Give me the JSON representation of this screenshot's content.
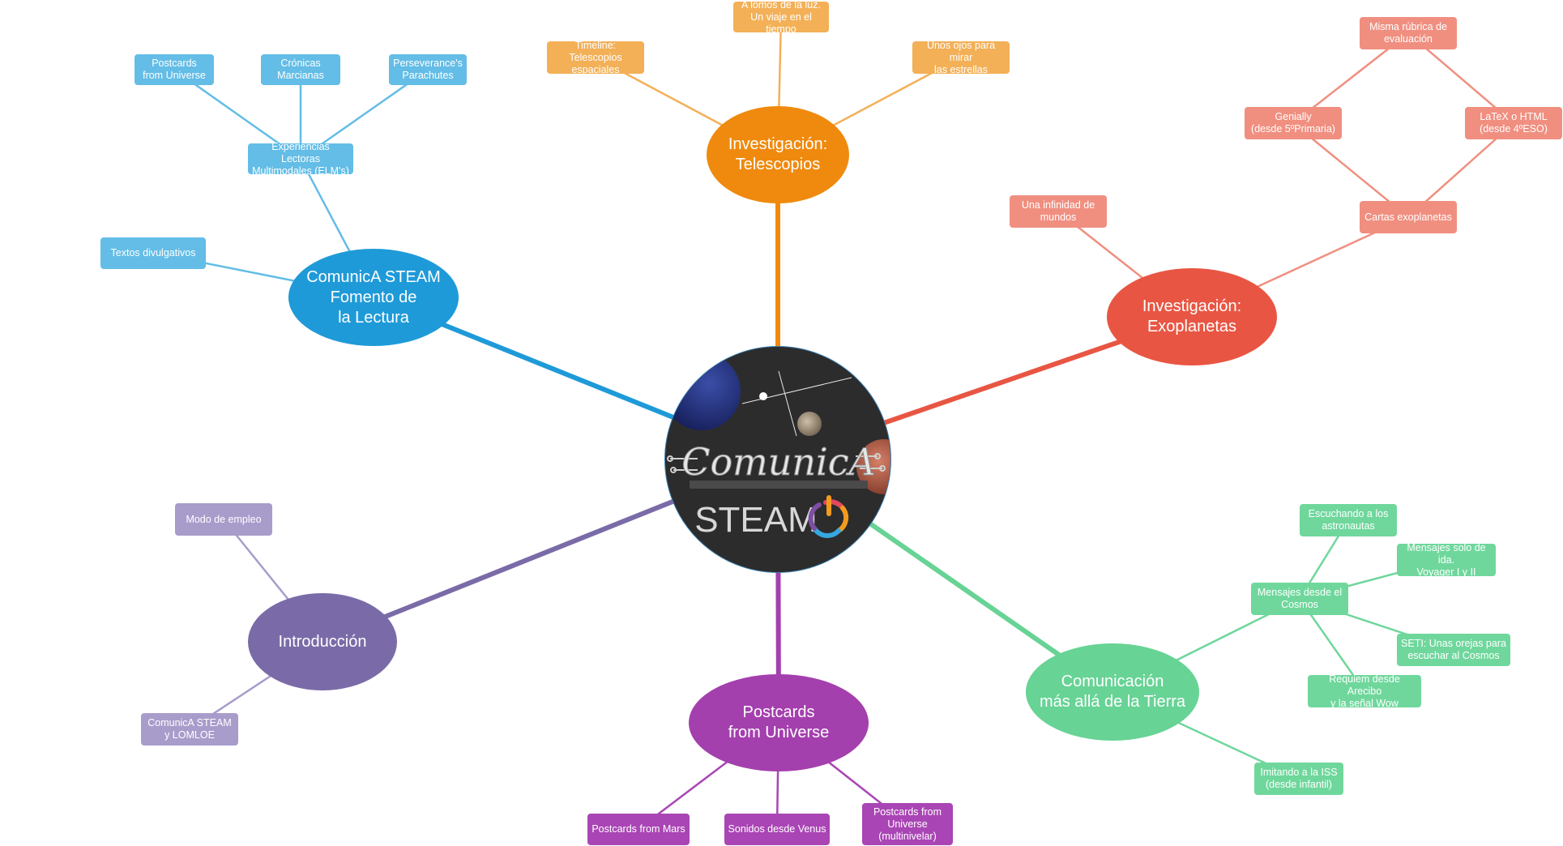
{
  "colors": {
    "lectura": "#1f9ad8",
    "lectura_light": "#63bde6",
    "telescopios": "#ef8a0e",
    "telescopios_light": "#f3b057",
    "exoplanetas": "#e85643",
    "exoplanetas_light": "#f08f80",
    "tierra": "#67d395",
    "tierra_light": "#6fd79c",
    "postcards": "#a43fae",
    "postcards_light": "#a945b4",
    "intro": "#7a6ba8",
    "intro_light": "#a89ccb",
    "center_bg": "#2c2c2c"
  },
  "center": {
    "title": "ComunicA",
    "subtitle": "STEAM"
  },
  "branches": {
    "lectura": {
      "label": "ComunicA STEAM\nFomento de\nla Lectura",
      "elm": "Experiencias Lectoras\nMultimodales (ELM's)",
      "postcards": "Postcards\nfrom Universe",
      "cronicas": "Crónicas\nMarcianas",
      "parachutes": "Perseverance's\nParachutes",
      "textos": "Textos divulgativos"
    },
    "telescopios": {
      "label": "Investigación:\nTelescopios",
      "lomos": "A lomos de la luz.\nUn viaje en el tiempo",
      "timeline": "Timeline: Telescopios\nespaciales",
      "ojos": "Unos ojos para mirar\nlas estrellas"
    },
    "exoplanetas": {
      "label": "Investigación:\nExoplanetas",
      "infinidad": "Una infinidad de\nmundos",
      "cartas": "Cartas exoplanetas",
      "genially": "Genially\n(desde 5ºPrimaria)",
      "latex": "LaTeX o HTML\n(desde 4ºESO)",
      "rubrica": "Misma rúbrica de\nevaluación"
    },
    "tierra": {
      "label": "Comunicación\nmás allá de la Tierra",
      "mensajes": "Mensajes desde el\nCosmos",
      "escuchando": "Escuchando a los\nastronautas",
      "voyager": "Mensajes solo de ida.\nVoyager I y II",
      "seti": "SETI: Unas orejas para\nescuchar al Cosmos",
      "requiem": "Requiem desde Arecibo\ny la señal Wow",
      "iss": "Imitando a la ISS\n(desde infantil)"
    },
    "postcards": {
      "label": "Postcards\nfrom Universe",
      "mars": "Postcards from Mars",
      "venus": "Sonidos desde Venus",
      "multinivel": "Postcards from\nUniverse\n(multinivelar)"
    },
    "intro": {
      "label": "Introducción",
      "modo": "Modo de empleo",
      "lomloe": "ComunicA STEAM\ny LOMLOE"
    }
  }
}
